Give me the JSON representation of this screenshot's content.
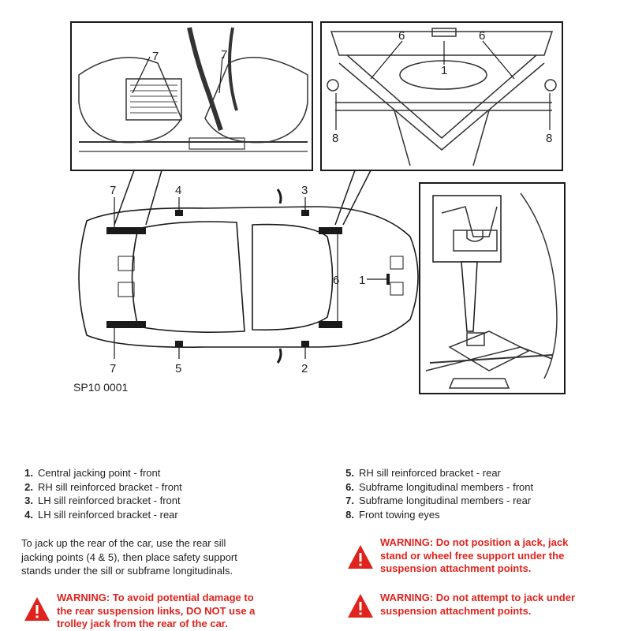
{
  "figure": {
    "caption": "SP10 0001",
    "callouts": {
      "inset_left_7a": "7",
      "inset_left_7b": "7",
      "inset_right_6a": "6",
      "inset_right_6b": "6",
      "inset_right_1": "1",
      "inset_right_8a": "8",
      "inset_right_8b": "8",
      "top_7": "7",
      "top_4": "4",
      "top_3": "3",
      "mid_6": "6",
      "mid_1": "1",
      "bottom_7": "7",
      "bottom_5": "5",
      "bottom_2": "2"
    }
  },
  "legend": {
    "left": [
      {
        "number": "1.",
        "text": "Central jacking point - front"
      },
      {
        "number": "2.",
        "text": "RH sill reinforced bracket - front"
      },
      {
        "number": "3.",
        "text": "LH sill reinforced bracket - front"
      },
      {
        "number": "4.",
        "text": "LH sill reinforced bracket - rear"
      }
    ],
    "right": [
      {
        "number": "5.",
        "text": "RH sill reinforced bracket - rear"
      },
      {
        "number": "6.",
        "text": "Subframe longitudinal members - front"
      },
      {
        "number": "7.",
        "text": "Subframe longitudinal members - rear"
      },
      {
        "number": "8.",
        "text": "Front towing eyes"
      }
    ]
  },
  "instruction": {
    "lines": [
      "To jack up the rear of the car, use the rear sill",
      "jacking points (4 & 5), then place safety support",
      "stands under the sill or subframe longitudinals."
    ]
  },
  "warnings": [
    {
      "lines": [
        "WARNING: Do not position a jack, jack",
        "stand or wheel free support under the",
        "suspension attachment points."
      ]
    },
    {
      "lines": [
        "WARNING: Do not attempt to jack under",
        "suspension attachment points."
      ]
    },
    {
      "lines": [
        "WARNING: To avoid potential damage to",
        "the rear suspension links, DO NOT use a",
        "trolley jack from the rear of the car."
      ]
    }
  ],
  "colors": {
    "warning_text": "#e0231c",
    "warning_icon": "#e0231c",
    "line_art": "#1a1a1a"
  }
}
